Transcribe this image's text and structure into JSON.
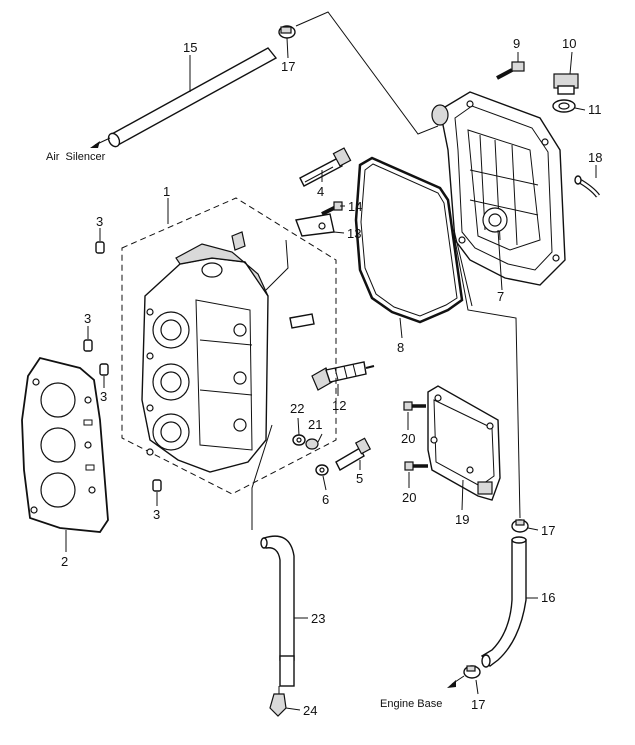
{
  "labels": {
    "p1": "1",
    "p2": "2",
    "p3a": "3",
    "p3b": "3",
    "p3c": "3",
    "p3d": "3",
    "p4": "4",
    "p5": "5",
    "p6": "6",
    "p8": "8",
    "p9": "9",
    "p10": "10",
    "p11": "11",
    "p12": "12",
    "p13": "13",
    "p14": "14",
    "p15": "15",
    "p16": "16",
    "p17a": "17",
    "p17b": "17",
    "p17c": "17",
    "p18": "18",
    "p19": "19",
    "p20a": "20",
    "p20b": "20",
    "p21": "21",
    "p22": "22",
    "p23": "23",
    "p24": "24",
    "p7": "7"
  },
  "annotations": {
    "air_silencer": "Air  Silencer",
    "engine_base": "Engine Base"
  }
}
